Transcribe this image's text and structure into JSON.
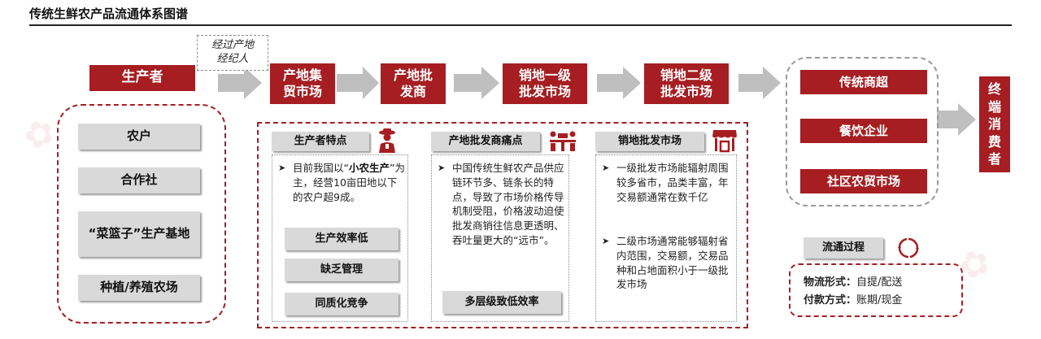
{
  "title": "传统生鲜农产品流通体系图谱",
  "colors": {
    "accent_red": "#a61e22",
    "box_grey": "#d9d9d9",
    "arrow_grey": "#bfbfbf"
  },
  "flow": {
    "producer": "生产者",
    "broker_note": {
      "line1": "经过产地",
      "line2": "经纪人"
    },
    "stage1": {
      "line1": "产地集",
      "line2": "贸市场"
    },
    "stage2": {
      "line1": "产地批",
      "line2": "发商"
    },
    "stage3": {
      "line1": "销地一级",
      "line2": "批发市场"
    },
    "stage4": {
      "line1": "销地二级",
      "line2": "批发市场"
    },
    "retail": [
      "传统商超",
      "餐饮企业",
      "社区农贸市场"
    ],
    "consumer": [
      "终",
      "端",
      "消",
      "费",
      "者"
    ]
  },
  "producer_types": [
    "农户",
    "合作社",
    "“菜篮子”生产基地",
    "种植/养殖农场"
  ],
  "panels": {
    "producer_features": {
      "header": "生产者特点",
      "icon": "farmer-icon",
      "bullet_a": "目前我国以“",
      "bullet_bold": "小农生产",
      "bullet_b": "”为主，经营10亩田地以下的农户超9成。",
      "tags": [
        "生产效率低",
        "缺乏管理",
        "同质化竞争"
      ]
    },
    "wholesaler_pain": {
      "header": "产地批发商痛点",
      "icon": "meeting-icon",
      "bullet": "中国传统生鲜农产品供应链环节多、链条长的特点，导致了市场价格传导机制受阻，价格波动迫使批发商销往信息更透明、吞吐量更大的“远市”。",
      "tag": "多层级致低效率"
    },
    "market": {
      "header": "销地批发市场",
      "icon": "storefront-icon",
      "bullets": [
        "一级批发市场能辐射周围较多省市，品类丰富，年交易额通常在数千亿",
        "二级市场通常能够辐射省内范围，交易额，交易品种和占地面积小于一级批发市场"
      ]
    }
  },
  "legend": {
    "label": "流通过程",
    "icon": "cycle-icon",
    "logistics_label": "物流形式：",
    "logistics_value": "自提/配送",
    "payment_label": "付款方式：",
    "payment_value": "账期/现金"
  }
}
